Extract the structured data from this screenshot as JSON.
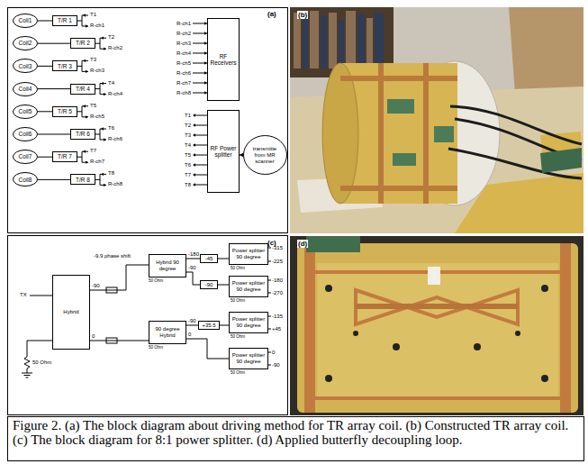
{
  "diagram": {
    "caption": "Figure 2. (a) The block diagram about driving method for TR array coil. (b) Constructed TR array coil. (c) The block diagram for 8:1 power splitter. (d) Applied butterfly decoupling loop.",
    "nodes": [
      {
        "text": [
          "Coil1"
        ]
      },
      {
        "text": [
          "T/R 1"
        ]
      },
      {
        "text": [
          "Coil2"
        ]
      },
      {
        "text": [
          "T/R 2"
        ]
      },
      {
        "text": [
          "Coil3"
        ]
      },
      {
        "text": [
          "T/R 3"
        ]
      },
      {
        "text": [
          "Coil4"
        ]
      },
      {
        "text": [
          "T/R 4"
        ]
      },
      {
        "text": [
          "Coil5"
        ]
      },
      {
        "text": [
          "T/R 5"
        ]
      },
      {
        "text": [
          "Coil6"
        ]
      },
      {
        "text": [
          "T/R 6"
        ]
      },
      {
        "text": [
          "Coil7"
        ]
      },
      {
        "text": [
          "T/R 7"
        ]
      },
      {
        "text": [
          "Coil8"
        ]
      },
      {
        "text": [
          "T/R 8"
        ]
      },
      {
        "text": [
          "RF Receivers"
        ]
      },
      {
        "text": [
          "RF Power splitter"
        ]
      },
      {
        "text": [
          "transmitte from MR scanner"
        ]
      },
      {
        "text": [
          "Hybrid"
        ]
      },
      {
        "text": [
          "Hybrid 90 degree"
        ]
      },
      {
        "text": [
          "90 degree Hybrid"
        ]
      },
      {
        "text": [
          "-45"
        ]
      },
      {
        "text": [
          "Power splitter 90 degree"
        ]
      },
      {
        "text": [
          "-90"
        ]
      },
      {
        "text": [
          "Power splitter 90 degree"
        ]
      },
      {
        "text": [
          "+35.5"
        ]
      },
      {
        "text": [
          "Power splitter 90 degree"
        ]
      },
      {
        "text": [
          "Power splitter 90 degree"
        ]
      }
    ],
    "edges": [
      {
        "from": 0,
        "to": 1,
        "arrow": "none"
      },
      {
        "from": 2,
        "to": 3,
        "arrow": "none"
      },
      {
        "from": 4,
        "to": 5,
        "arrow": "none"
      },
      {
        "from": 6,
        "to": 7,
        "arrow": "none"
      },
      {
        "from": 8,
        "to": 9,
        "arrow": "none"
      },
      {
        "from": 10,
        "to": 11,
        "arrow": "none"
      },
      {
        "from": 12,
        "to": 13,
        "arrow": "none"
      },
      {
        "from": 14,
        "to": 15,
        "arrow": "none"
      },
      {
        "from": 18,
        "to": 17,
        "arrow": "to"
      },
      {
        "from": 19,
        "to": 20,
        "label": "-90",
        "arrow": "none"
      },
      {
        "from": 19,
        "to": 21,
        "label": "0",
        "arrow": "none"
      },
      {
        "from": 20,
        "to": 22,
        "label": "-180",
        "arrow": "none"
      },
      {
        "from": 20,
        "to": 24,
        "label": "-90",
        "arrow": "none"
      },
      {
        "from": 22,
        "to": 23,
        "arrow": "none"
      },
      {
        "from": 24,
        "to": 25,
        "arrow": "none"
      },
      {
        "from": 21,
        "to": 26,
        "label": "-90",
        "arrow": "none"
      },
      {
        "from": 21,
        "to": 28,
        "label": "0",
        "arrow": "none"
      },
      {
        "from": 26,
        "to": 27,
        "arrow": "none"
      }
    ],
    "labels": [
      "(a)",
      "T1",
      "R-ch1",
      "T2",
      "R-ch2",
      "T3",
      "R-ch3",
      "T4",
      "R-ch4",
      "T5",
      "R-ch5",
      "T6",
      "R-ch6",
      "T7",
      "R-ch7",
      "T8",
      "R-ch8",
      "R-ch1",
      "R-ch2",
      "R-ch3",
      "R-ch4",
      "R-ch5",
      "R-ch6",
      "R-ch7",
      "R-ch8",
      "T1",
      "T2",
      "T3",
      "T4",
      "T5",
      "T6",
      "T7",
      "T8",
      "(b)",
      "(c)",
      "TX",
      "50 Ohm",
      "-9.9 phase shift",
      "50 Ohm",
      "50 Ohm",
      "50 Ohm",
      "50 Ohm",
      "50 Ohm",
      "50 Ohm",
      "-315",
      "-225",
      "-180",
      "-270",
      "-135",
      "+45",
      "0",
      "-90",
      "(d)"
    ]
  }
}
